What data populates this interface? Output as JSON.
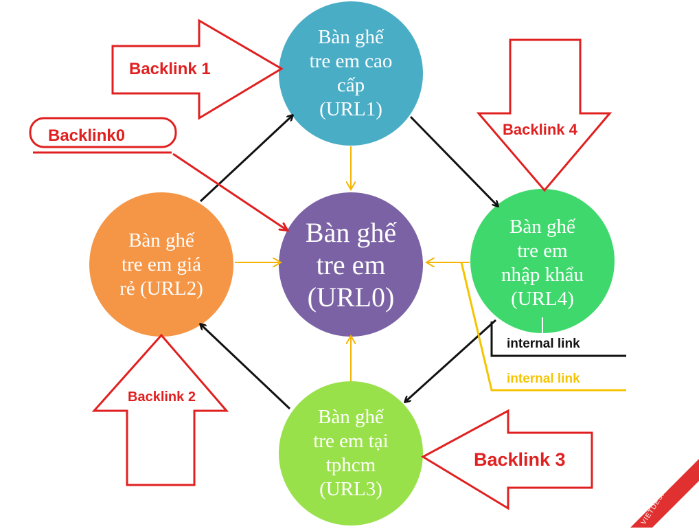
{
  "nodes": {
    "url0": {
      "lines": [
        "Bàn ghế",
        "tre em",
        "(URL0)"
      ],
      "color": "#7b62a4"
    },
    "url1": {
      "lines": [
        "Bàn ghế",
        "tre em cao",
        "cấp",
        "(URL1)"
      ],
      "color": "#4aadc6"
    },
    "url2": {
      "lines": [
        "Bàn ghế",
        "tre em giá",
        "rẻ (URL2)"
      ],
      "color": "#f59647"
    },
    "url3": {
      "lines": [
        "Bàn ghế",
        "tre em tại",
        "tphcm",
        "(URL3)"
      ],
      "color": "#99e14b"
    },
    "url4": {
      "lines": [
        "Bàn ghế",
        "tre em",
        "nhập khẩu",
        "(URL4)"
      ],
      "color": "#3fd86c"
    }
  },
  "backlinks": {
    "b0": "Backlink0",
    "b1": "Backlink 1",
    "b2": "Backlink 2",
    "b3": "Backlink 3",
    "b4": "Backlink 4"
  },
  "legend": {
    "internal_black": "internal link",
    "internal_yellow": "internal link"
  },
  "watermark": "VIETDESIGNER.NET",
  "colors": {
    "backlink_red": "#e02020",
    "link_black": "#111111",
    "link_orange": "#f5a623",
    "link_yellow": "#f5c400"
  }
}
